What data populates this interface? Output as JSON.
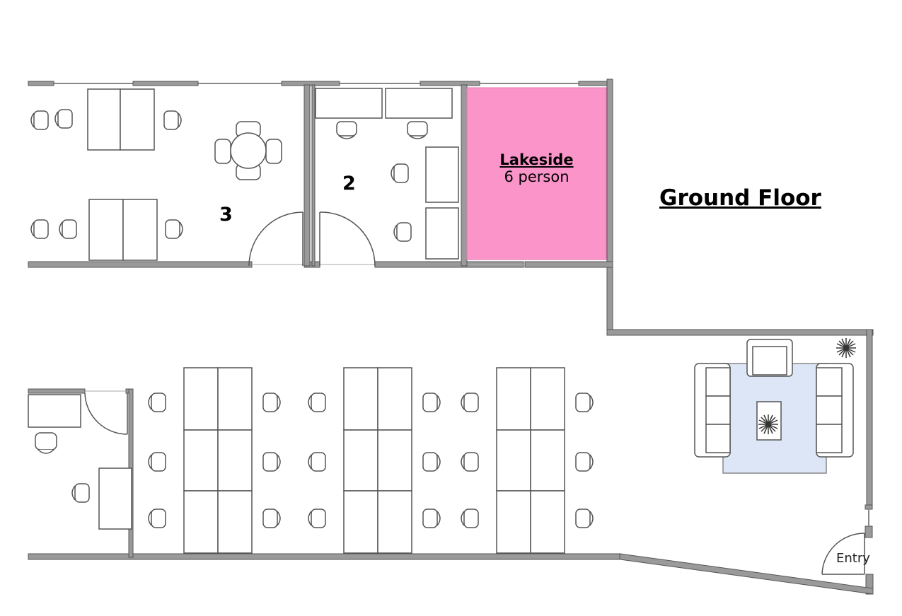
{
  "floor": {
    "title": "Ground Floor"
  },
  "rooms": {
    "room_3": {
      "number": "3"
    },
    "room_2": {
      "number": "2"
    },
    "lakeside": {
      "name": "Lakeside",
      "capacity": "6 person",
      "color": "#fb94c9"
    }
  },
  "entry": {
    "label": "Entry"
  },
  "colors": {
    "wall": "#9a9a9a",
    "wall_edge": "#555555",
    "furniture": "#555555",
    "rug": "#dce6f6"
  }
}
